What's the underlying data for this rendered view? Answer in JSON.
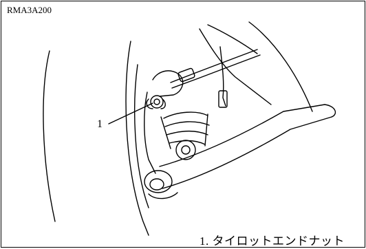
{
  "figure": {
    "id": "RMA3A200",
    "callouts": [
      {
        "number": "1"
      }
    ],
    "caption": "1. タイロットエンドナット"
  }
}
